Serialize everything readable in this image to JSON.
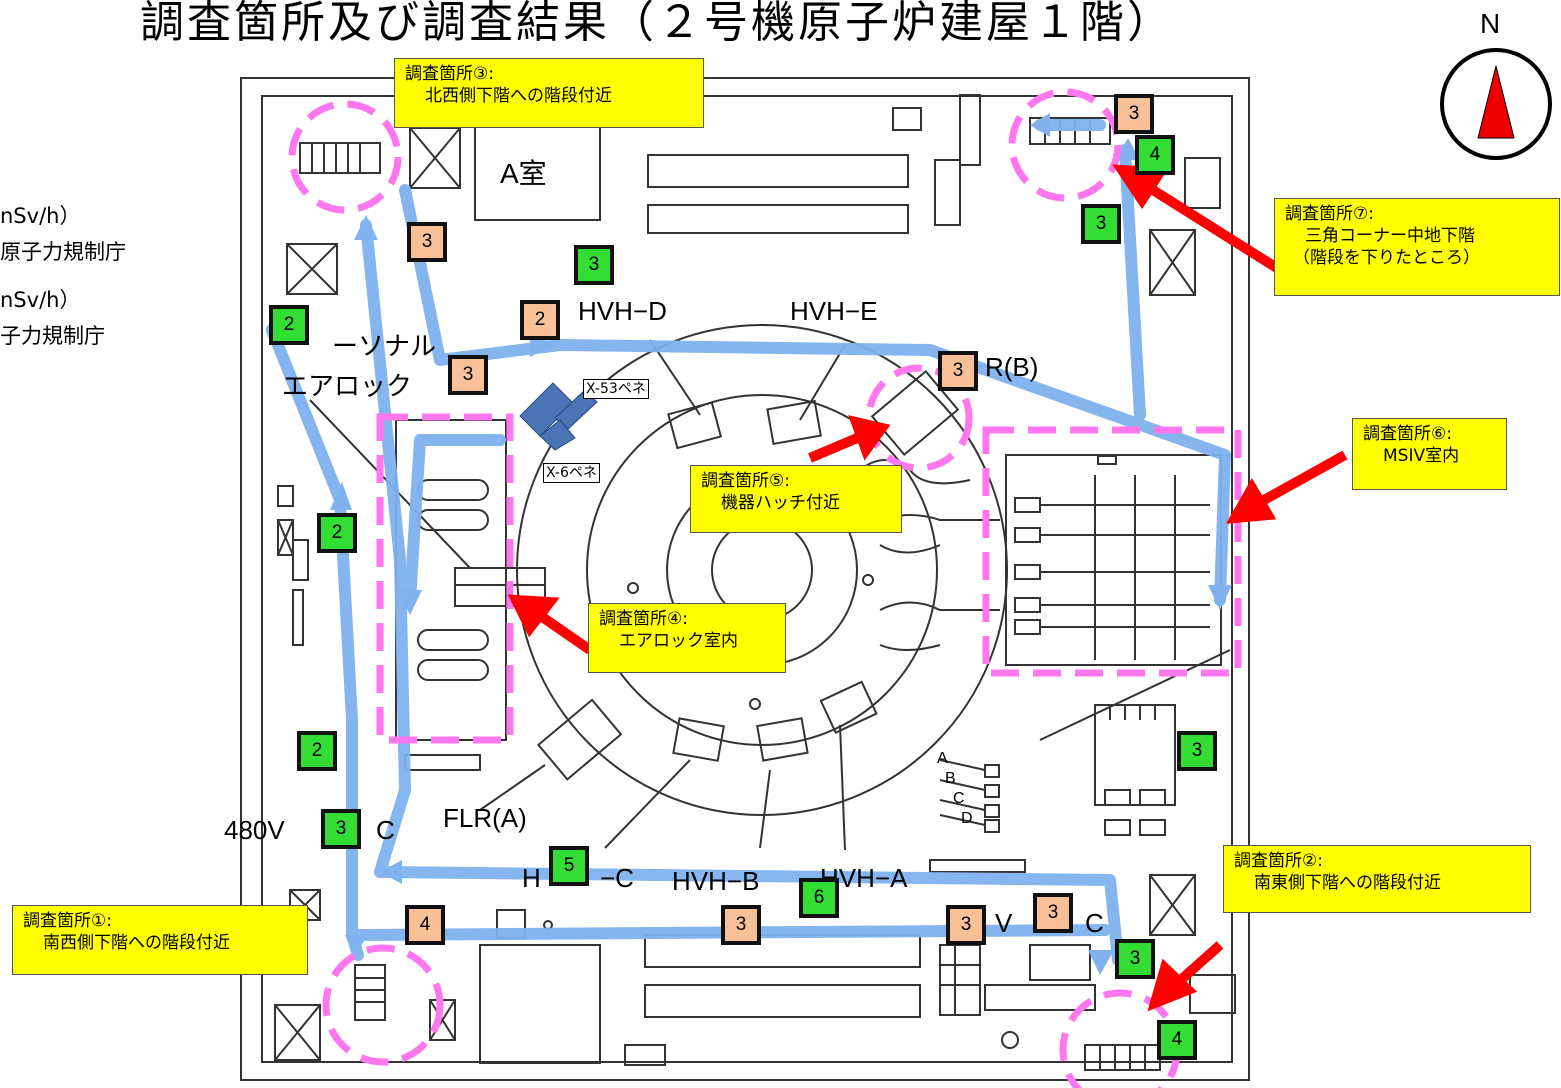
{
  "title": "調査箇所及び調査結果（２号機原子炉建屋１階）",
  "legend": {
    "line1": "nSv/h）",
    "line2": "原子力規制庁",
    "line3": "nSv/h）",
    "line4": "子力規制庁"
  },
  "compass": {
    "label": "N"
  },
  "rooms": {
    "a_room": "A室",
    "hvh_d": "HVH−D",
    "hvh_e": "HVH−E",
    "flr_b_tail": "R(B)",
    "personnel_1": "ーソナル",
    "personnel_2": "エアロック",
    "flr_a": "FLR(A)",
    "v480": "480V",
    "c_480": "C",
    "hvh_c_h": "H",
    "hvh_c_c": "−C",
    "hvh_b": "HVH−B",
    "hvh_a": "HVH−A",
    "v_right": "V",
    "c_right": "C",
    "letter_a": "A",
    "letter_b": "B",
    "letter_c": "C",
    "letter_d": "D"
  },
  "penetrations": {
    "x53": "X-53ペネ",
    "x6": "X-6ペネ"
  },
  "callouts": {
    "c1": {
      "line1": "調査箇所①:",
      "line2": "南西側下階への階段付近"
    },
    "c2": {
      "line1": "調査箇所②:",
      "line2": "南東側下階への階段付近"
    },
    "c3": {
      "line1": "調査箇所③:",
      "line2": "北西側下階への階段付近"
    },
    "c4": {
      "line1": "調査箇所④:",
      "line2": "エアロック室内"
    },
    "c5": {
      "line1": "調査箇所⑤:",
      "line2": "機器ハッチ付近"
    },
    "c6": {
      "line1": "調査箇所⑥:",
      "line2": "MSIV室内"
    },
    "c7": {
      "line1": "調査箇所⑦:",
      "line2": "三角コーナー中地下階",
      "line3": "（階段を下りたところ）"
    }
  },
  "badges": [
    {
      "value": "3",
      "kind": "orange"
    },
    {
      "value": "4",
      "kind": "green"
    },
    {
      "value": "3",
      "kind": "green"
    },
    {
      "value": "3",
      "kind": "orange"
    },
    {
      "value": "3",
      "kind": "green"
    },
    {
      "value": "2",
      "kind": "orange"
    },
    {
      "value": "3",
      "kind": "orange"
    },
    {
      "value": "3",
      "kind": "orange"
    },
    {
      "value": "2",
      "kind": "green"
    },
    {
      "value": "2",
      "kind": "green"
    },
    {
      "value": "2",
      "kind": "green"
    },
    {
      "value": "3",
      "kind": "green"
    },
    {
      "value": "5",
      "kind": "green"
    },
    {
      "value": "6",
      "kind": "green"
    },
    {
      "value": "4",
      "kind": "orange"
    },
    {
      "value": "3",
      "kind": "orange"
    },
    {
      "value": "3",
      "kind": "orange"
    },
    {
      "value": "3",
      "kind": "orange"
    },
    {
      "value": "3",
      "kind": "green"
    },
    {
      "value": "3",
      "kind": "green"
    },
    {
      "value": "4",
      "kind": "green"
    }
  ],
  "colors": {
    "route": "#7fb2ee",
    "survey_area": "#ff77ee",
    "arrow": "#ff0000",
    "callout": "#ffff00",
    "badge_green": "#33dd33",
    "badge_orange": "#f7c097",
    "compass_needle": "#ee0000"
  }
}
